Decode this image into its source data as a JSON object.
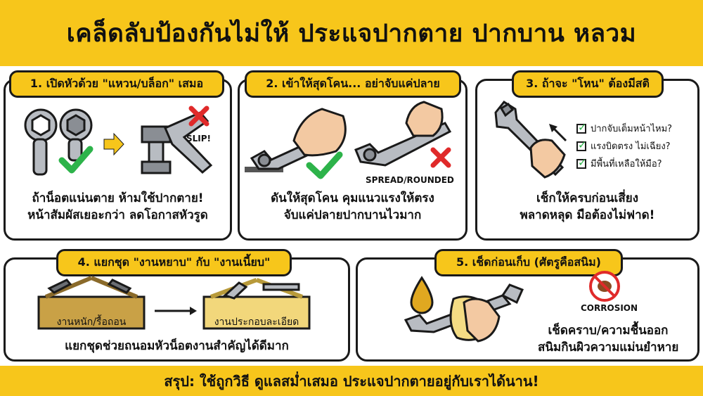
{
  "title": "เคล็ดลับป้องกันไม่ให้ ประแจปากตาย ปากบาน หลวม",
  "panels": [
    {
      "label": "1. เปิดหัวด้วย \"แหวน/บล็อก\" เสมอ",
      "caption": [
        "ถ้าน็อตแน่นตาย ห้ามใช้ปากตาย!",
        "หน้าสัมผัสเยอะกว่า ลดโอกาสหัวรูด"
      ],
      "tag": "SLIP!"
    },
    {
      "label": "2. เข้าให้สุดโคน... อย่าจับแค่ปลาย",
      "caption": [
        "ดันให้สุดโคน คุมแนวแรงให้ตรง",
        "จับแค่ปลายปากบานไวมาก"
      ],
      "tag": "SPREAD/ROUNDED"
    },
    {
      "label": "3. ถ้าจะ \"โหน\" ต้องมีสติ",
      "caption": [
        "เช็กให้ครบก่อนเสี่ยง",
        "พลาดหลุด มือต้องไม่ฟาด!"
      ],
      "checklist": [
        "ปากจับเต็มหน้าไหม?",
        "แรงบิดตรง ไม่เฉียง?",
        "มีพื้นที่เหลือให้มือ?"
      ]
    },
    {
      "label": "4. แยกชุด \"งานหยาบ\" กับ \"งานเนี้ยบ\"",
      "caption": [
        "แยกชุดช่วยถนอมหัวน็อตงานสำคัญได้ดีมาก"
      ],
      "box_left": "งานหนัก/รื้อถอน",
      "box_right": "งานประกอบละเอียด"
    },
    {
      "label": "5. เช็ดก่อนเก็บ (ศัตรูคือสนิม)",
      "caption": [
        "เช็ดคราบ/ความชื้นออก",
        "สนิมกินผิวความแม่นยำหาย"
      ],
      "tag": "CORROSION"
    }
  ],
  "footer": "สรุป: ใช้ถูกวิธี ดูแลสม่ำเสมอ ประแจปากตายอยู่กับเราได้นาน!",
  "colors": {
    "accent": "#f7c61b",
    "check": "#2db34a",
    "cross": "#e02a2a",
    "steel": "#b8bcc2",
    "dark": "#1a1a1a"
  }
}
